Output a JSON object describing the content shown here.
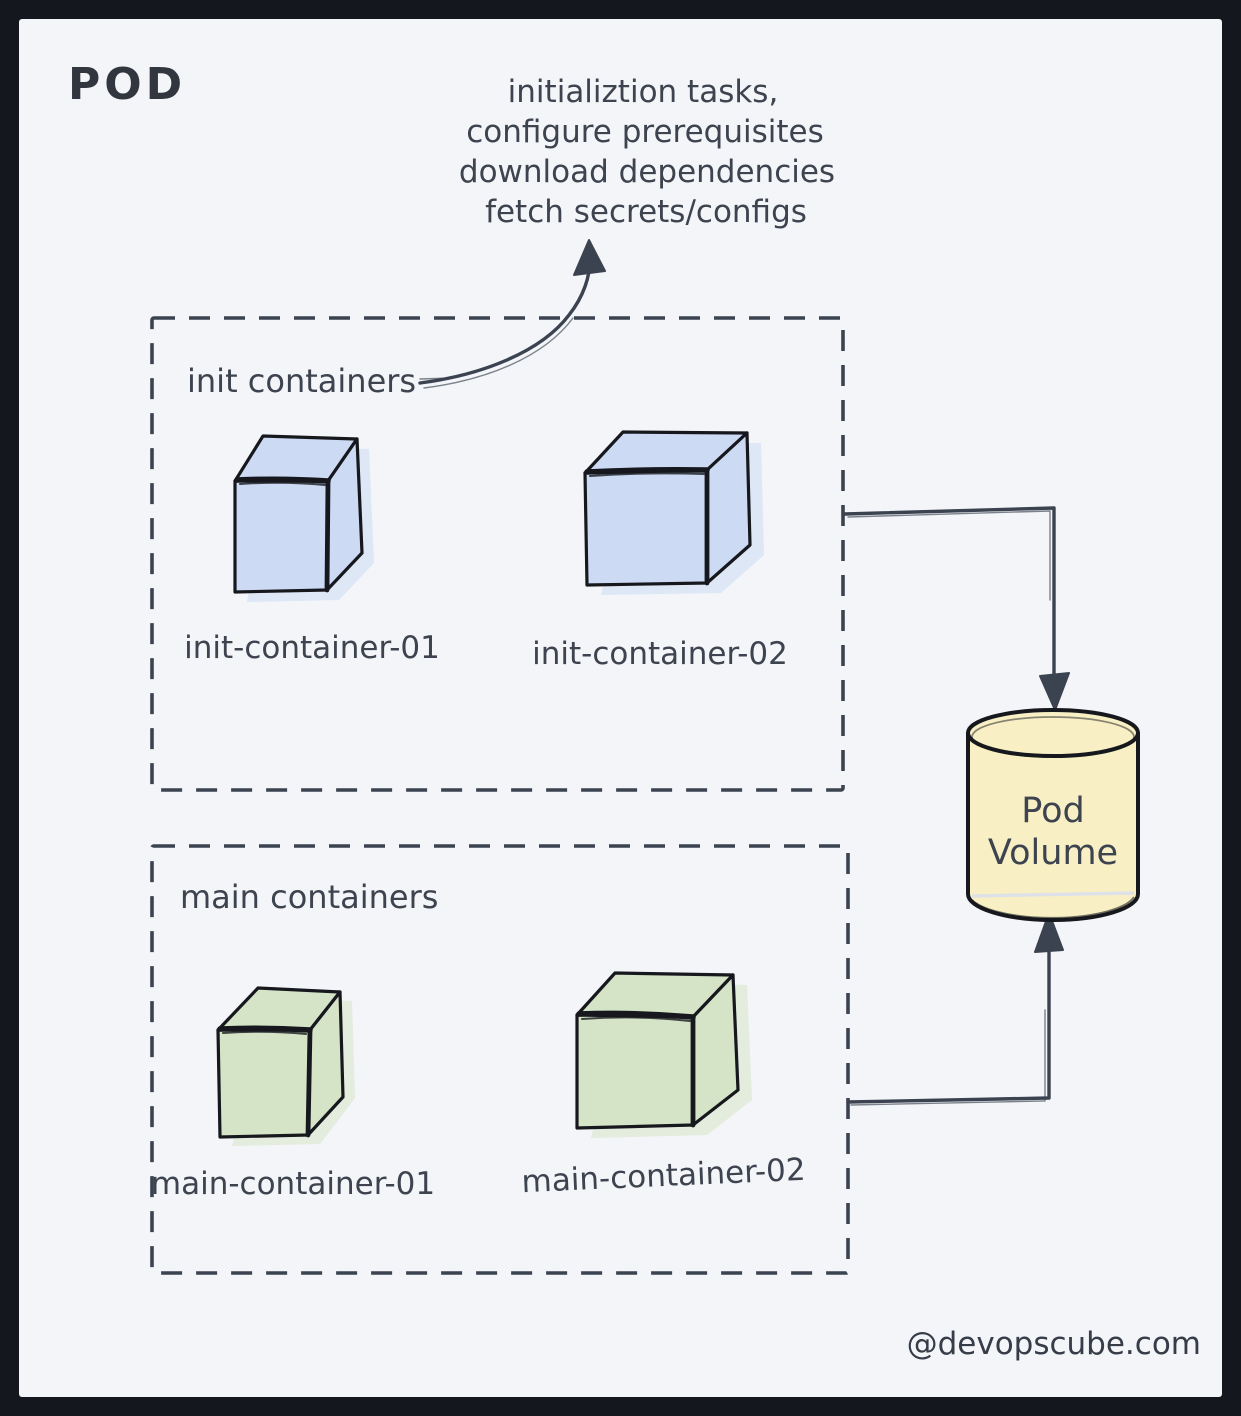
{
  "page": {
    "title": "POD",
    "watermark": "@devopscube.com"
  },
  "annotation": {
    "lines": [
      "initializtion tasks,",
      "configure prerequisites",
      "download dependencies",
      "fetch secrets/configs"
    ]
  },
  "init_group": {
    "label": "init containers",
    "containers": [
      {
        "label": "init-container-01"
      },
      {
        "label": "init-container-02"
      }
    ]
  },
  "main_group": {
    "label": "main containers",
    "containers": [
      {
        "label": "main-container-01"
      },
      {
        "label": "main-container-02"
      }
    ]
  },
  "volume": {
    "label_lines": [
      "Pod",
      "Volume"
    ]
  },
  "colors": {
    "background": "#f3f5f8",
    "frame": "#14171d",
    "ink": "#3b4250",
    "init_cube_fill": "#ccdaf4",
    "main_cube_fill": "#d5e3c7",
    "volume_fill": "#f8f0c4"
  }
}
